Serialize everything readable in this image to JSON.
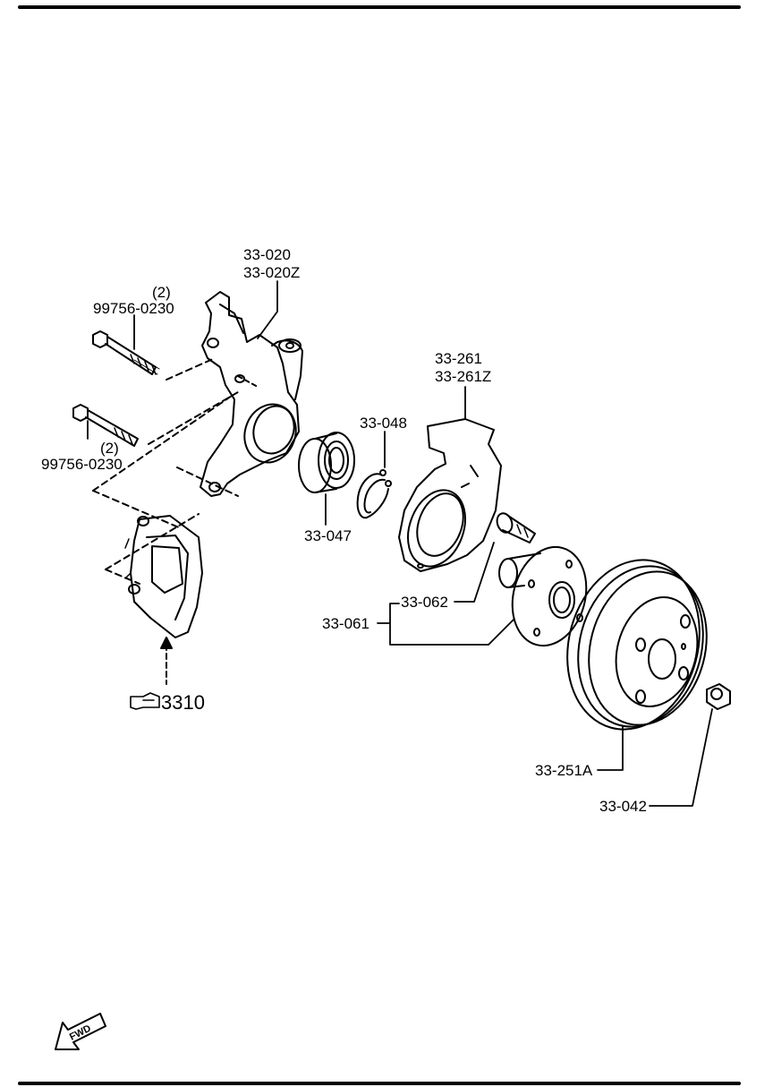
{
  "labels": {
    "knuckle_1": "33-020",
    "knuckle_2": "33-020Z",
    "bolt_top_qty": "(2)",
    "bolt_top_part": "99756-0230",
    "bolt_bottom_qty": "(2)",
    "bolt_bottom_part": "99756-0230",
    "dust_cover_1": "33-261",
    "dust_cover_2": "33-261Z",
    "snap_ring": "33-048",
    "bearing": "33-047",
    "hub_bolt": "33-062",
    "hub": "33-061",
    "disc": "33-251A",
    "nut": "33-042",
    "caliper_ref": "3310",
    "fwd": "FWD"
  },
  "icons": {
    "caliper_ref_pointer": "pointing-hand-icon",
    "forward_arrow": "fwd-arrow-icon"
  },
  "colors": {
    "ink": "#000000",
    "paper": "#ffffff"
  }
}
